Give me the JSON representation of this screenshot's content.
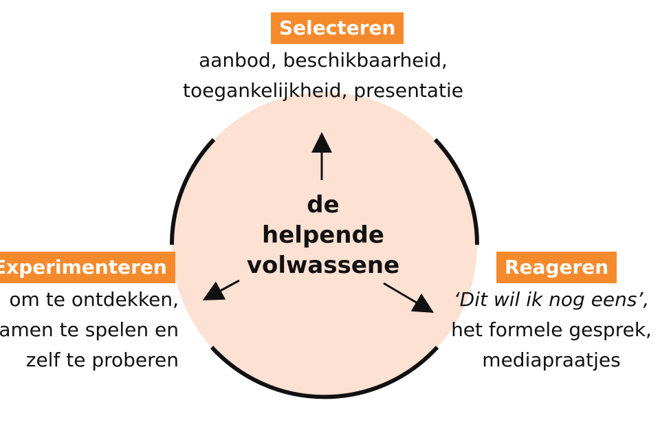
{
  "colors": {
    "accent": "#f58a2d",
    "circle_fill": "#fde1d3",
    "ink": "#111111"
  },
  "center": {
    "lines": [
      "de",
      "helpende",
      "volwassene"
    ]
  },
  "top": {
    "label": "Selecteren",
    "lines": [
      "aanbod, beschikbaarheid,",
      "toegankelijkheid, presentatie"
    ]
  },
  "left": {
    "label": "Experimenteren",
    "lines": [
      "om te ontdekken,",
      "samen te spelen en",
      "zelf te proberen"
    ]
  },
  "right": {
    "label": "Reageren",
    "lines": [
      "‘Dit wil ik nog eens’,",
      "het formele gesprek,",
      "mediapraatjes"
    ]
  }
}
